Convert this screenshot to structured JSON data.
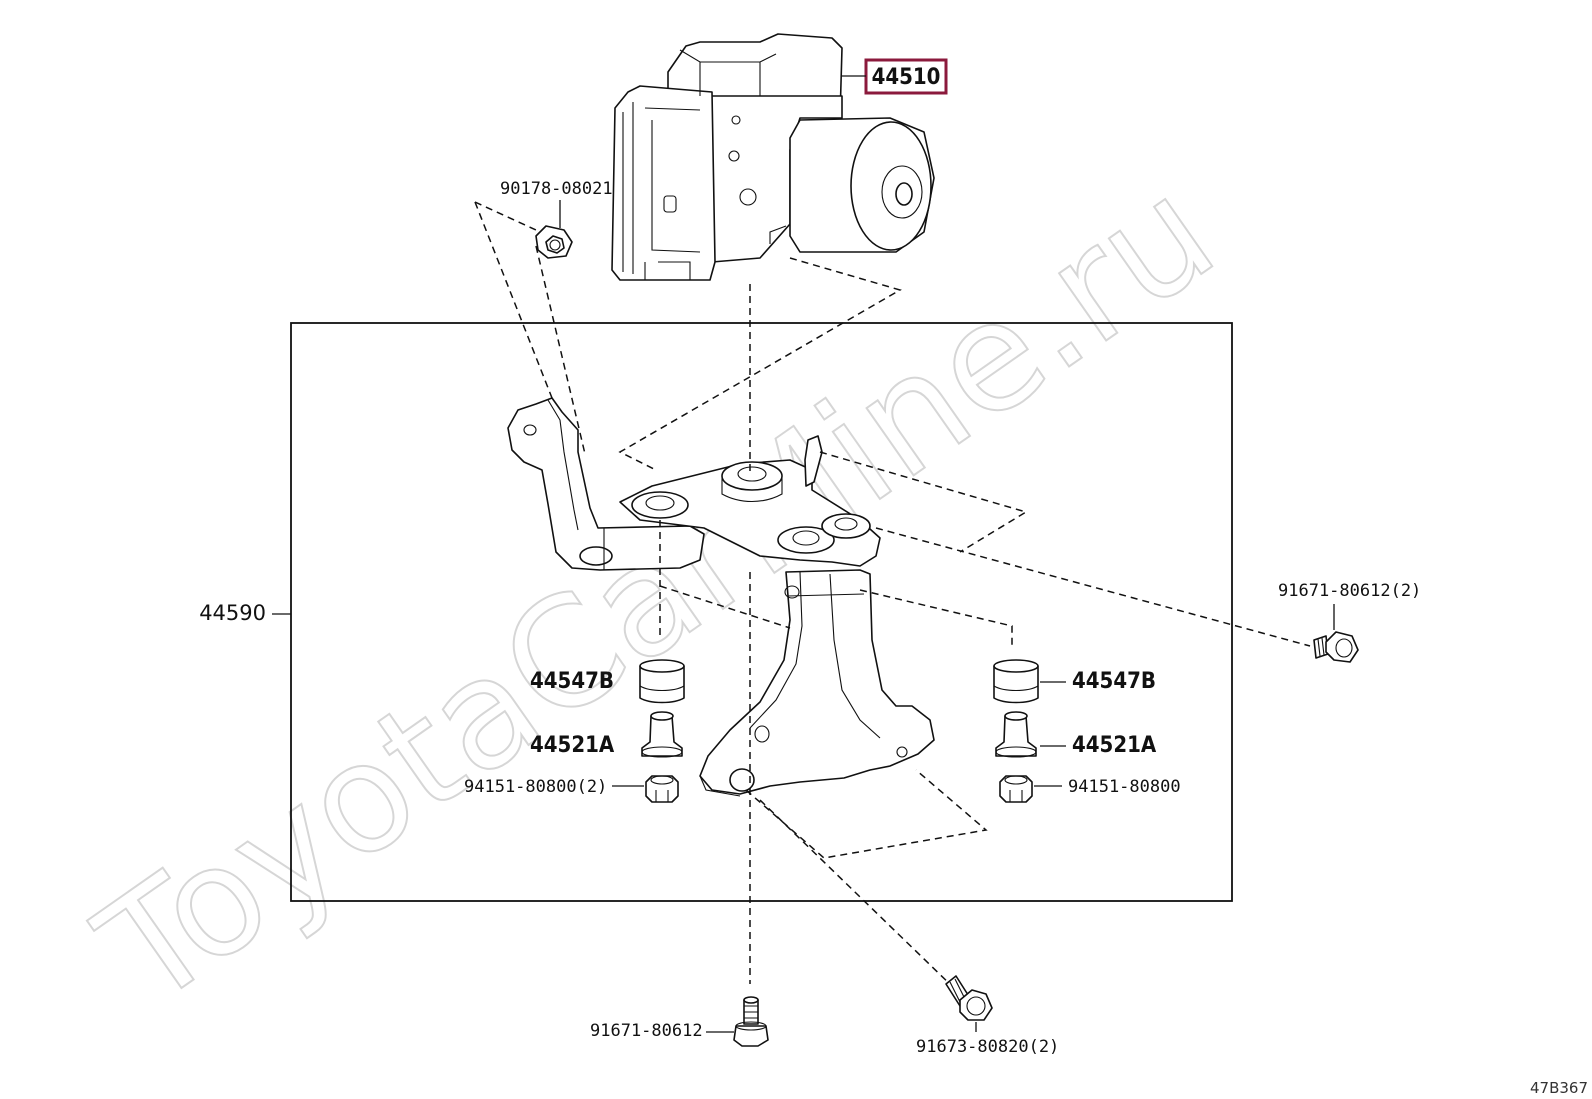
{
  "watermark": "ToyotaCarMine.ru",
  "diagram_ref": "47B367",
  "highlight_color": "#8b1a3c",
  "parts": {
    "actuator": "44510",
    "bracket_assembly": "44590",
    "nut_top": "90178-08021",
    "bolt_right": "91671-80612(2)",
    "cushion_left": "44547B",
    "cushion_right": "44547B",
    "collar_left": "44521A",
    "collar_right": "44521A",
    "nut_left": "94151-80800(2)",
    "nut_right": "94151-80800",
    "bolt_bottom": "91671-80612",
    "bolt_bottom_right": "91673-80820(2)"
  }
}
